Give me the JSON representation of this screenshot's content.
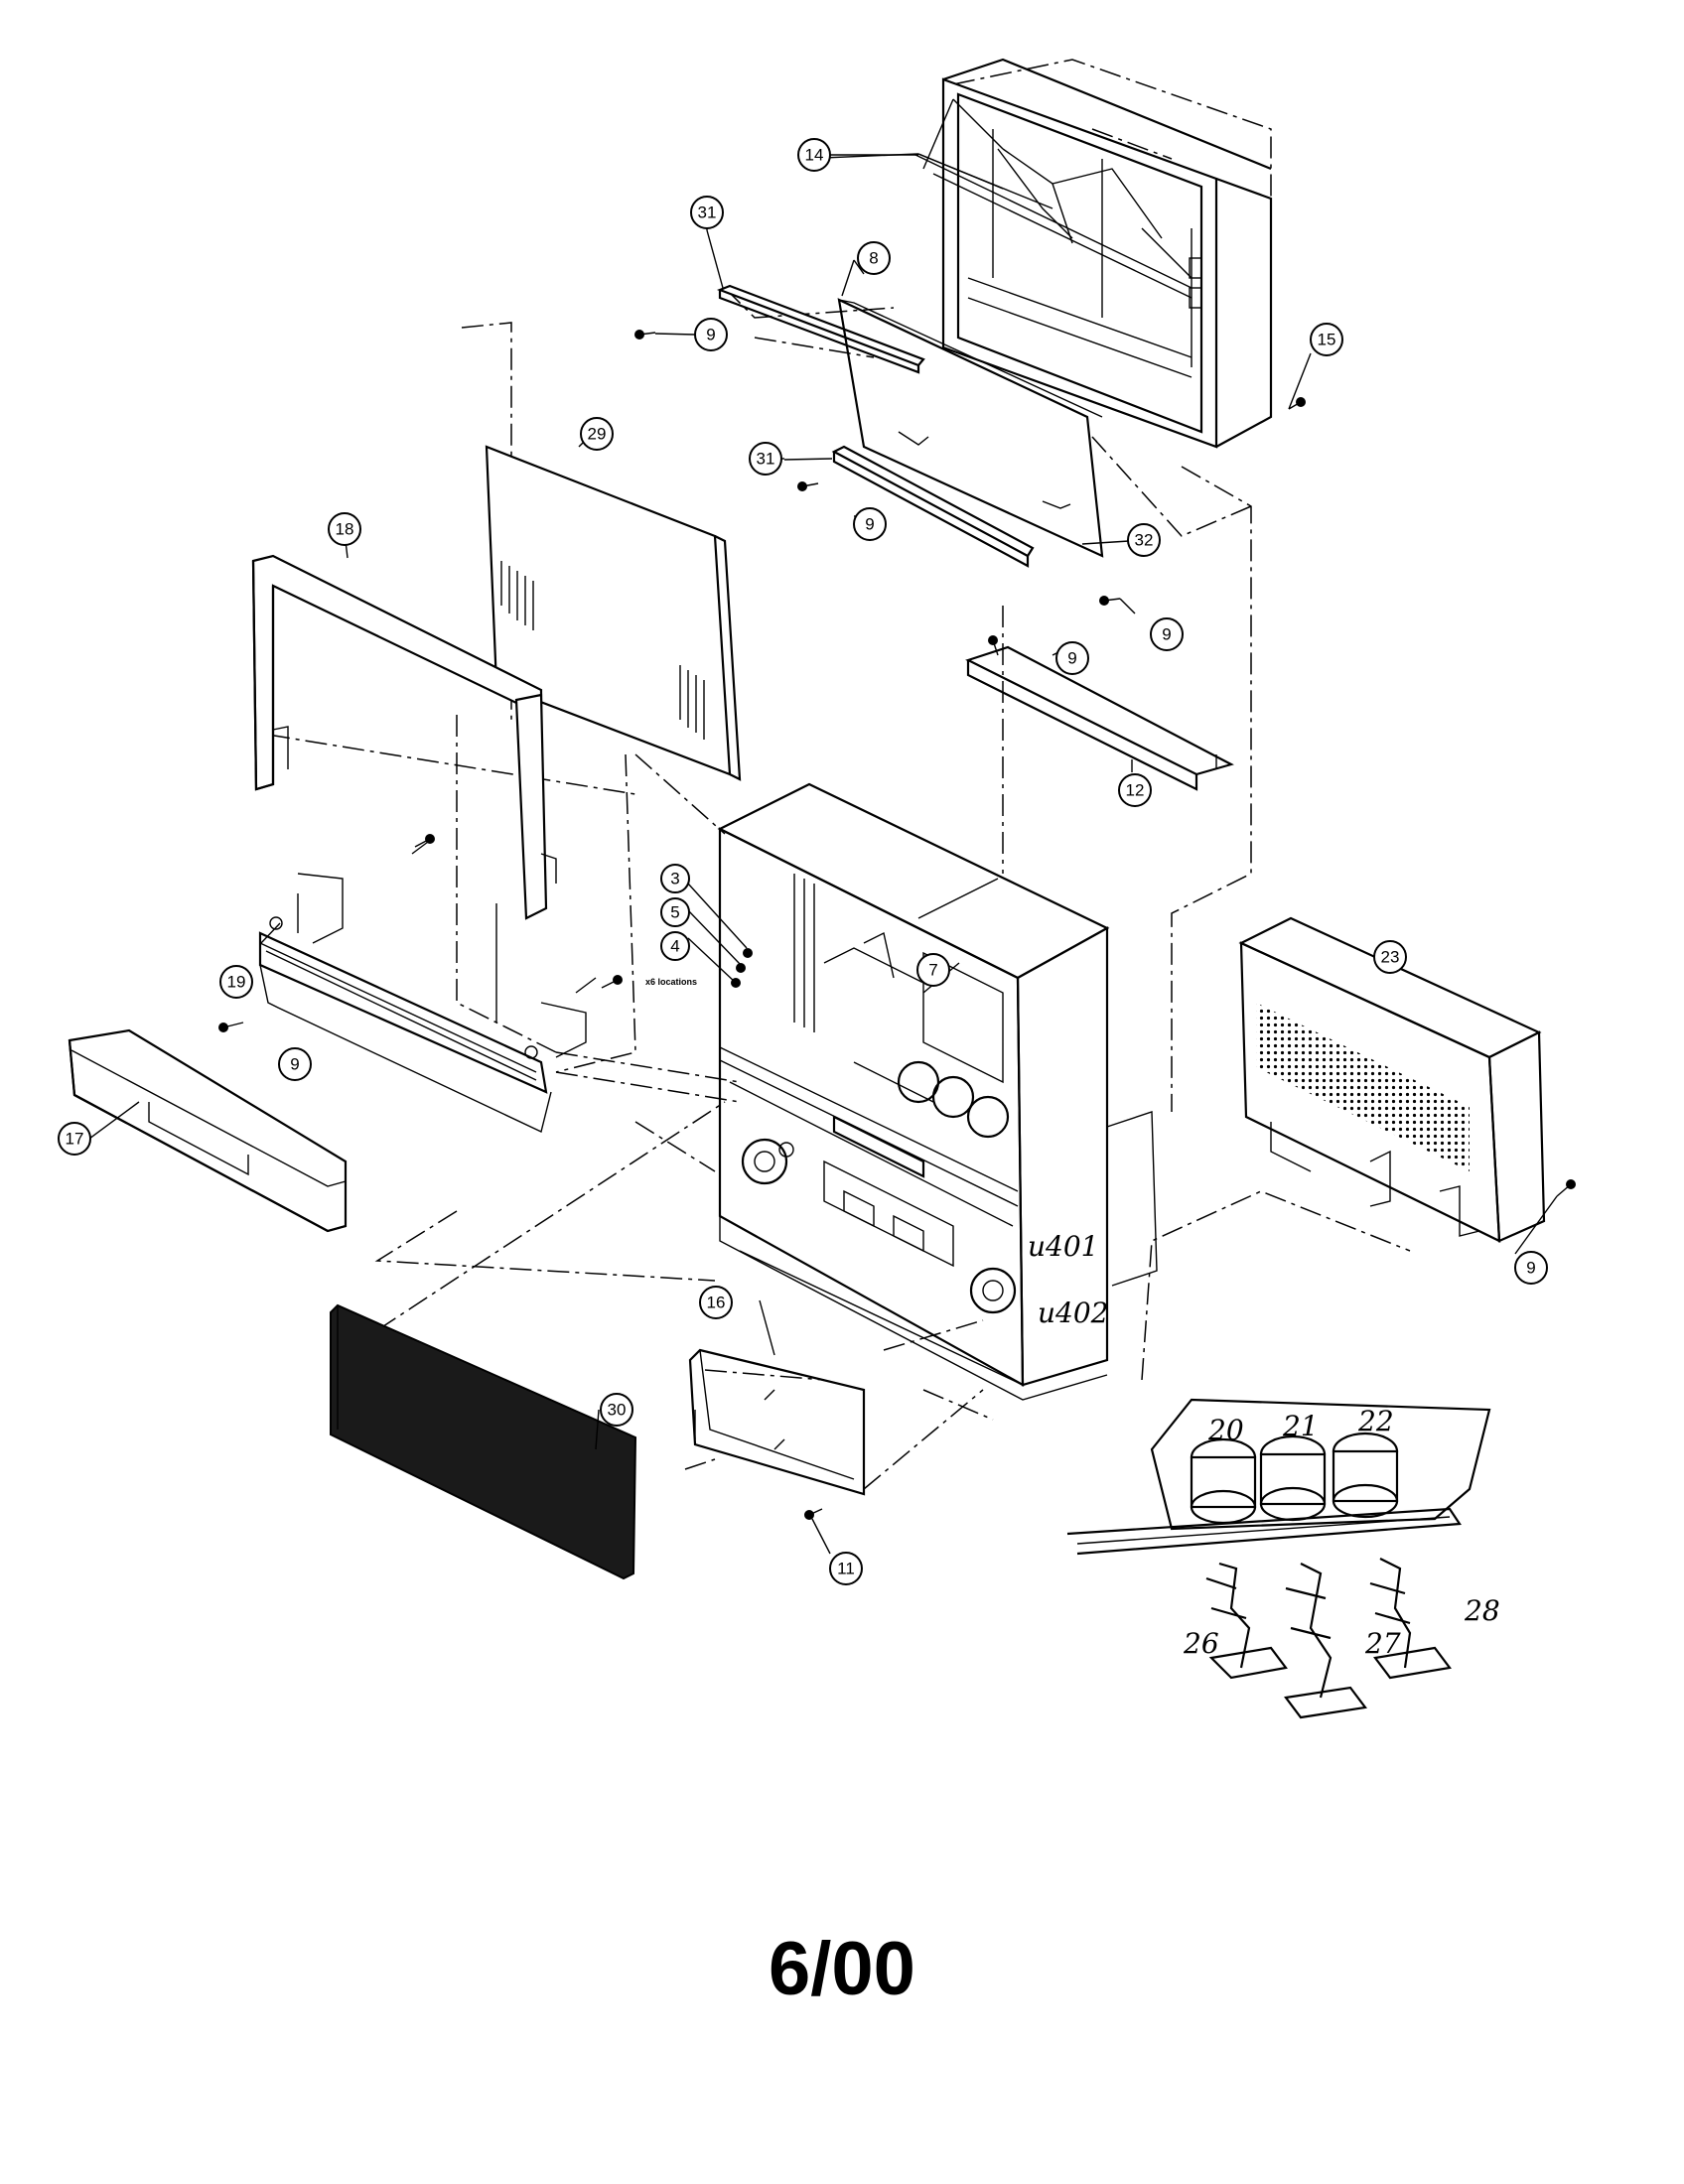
{
  "callouts": [
    {
      "id": "c14",
      "label": "14"
    },
    {
      "id": "c31a",
      "label": "31"
    },
    {
      "id": "c8",
      "label": "8"
    },
    {
      "id": "c9a",
      "label": "9"
    },
    {
      "id": "c15",
      "label": "15"
    },
    {
      "id": "c29",
      "label": "29"
    },
    {
      "id": "c31b",
      "label": "31"
    },
    {
      "id": "c9b",
      "label": "9"
    },
    {
      "id": "c32",
      "label": "32"
    },
    {
      "id": "c18",
      "label": "18"
    },
    {
      "id": "c9c",
      "label": "9"
    },
    {
      "id": "c9d",
      "label": "9"
    },
    {
      "id": "c12",
      "label": "12"
    },
    {
      "id": "c3",
      "label": "3"
    },
    {
      "id": "c5",
      "label": "5"
    },
    {
      "id": "c4",
      "label": "4"
    },
    {
      "id": "c7",
      "label": "7"
    },
    {
      "id": "c23",
      "label": "23"
    },
    {
      "id": "c19",
      "label": "19"
    },
    {
      "id": "c9e",
      "label": "9"
    },
    {
      "id": "c17",
      "label": "17"
    },
    {
      "id": "c9f",
      "label": "9"
    },
    {
      "id": "c16",
      "label": "16"
    },
    {
      "id": "c30",
      "label": "30"
    },
    {
      "id": "c11",
      "label": "11"
    }
  ],
  "handwritten": [
    {
      "id": "h401",
      "text": "u401"
    },
    {
      "id": "h402",
      "text": "u402"
    },
    {
      "id": "h20",
      "text": "20"
    },
    {
      "id": "h21",
      "text": "21"
    },
    {
      "id": "h22",
      "text": "22"
    },
    {
      "id": "h26",
      "text": "26"
    },
    {
      "id": "h27",
      "text": "27"
    },
    {
      "id": "h28",
      "text": "28"
    }
  ],
  "note": "x6 locations",
  "footer": "6/00"
}
